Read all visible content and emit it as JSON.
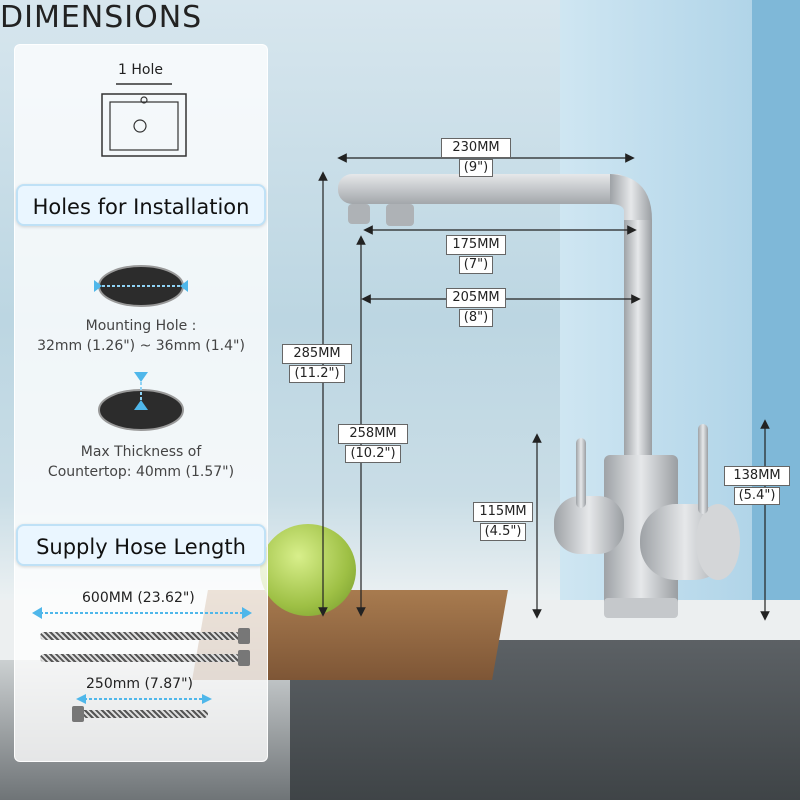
{
  "title": "DIMENSIONS",
  "install_panel": {
    "hole_diagram_label": "1 Hole",
    "holes_header": "Holes for Installation",
    "mounting_hole_label": "Mounting Hole :",
    "mounting_hole_value": "32mm (1.26\") ~ 36mm (1.4\")",
    "thickness_label": "Max Thickness of",
    "thickness_value": "Countertop: 40mm (1.57\")",
    "hose_header": "Supply Hose Length",
    "hose_long": "600MM (23.62\")",
    "hose_short": "250mm (7.87\")"
  },
  "dimensions": {
    "width_total": {
      "mm": "230MM",
      "inch": "(9\")"
    },
    "spout_175": {
      "mm": "175MM",
      "inch": "(7\")"
    },
    "spout_205": {
      "mm": "205MM",
      "inch": "(8\")"
    },
    "height_total": {
      "mm": "285MM",
      "inch": "(11.2\")"
    },
    "height_spout": {
      "mm": "258MM",
      "inch": "(10.2\")"
    },
    "height_handle": {
      "mm": "115MM",
      "inch": "(4.5\")"
    },
    "height_lever": {
      "mm": "138MM",
      "inch": "(5.4\")"
    }
  },
  "colors": {
    "accent": "#bfe1f6",
    "metal": "#b9bcbf"
  }
}
